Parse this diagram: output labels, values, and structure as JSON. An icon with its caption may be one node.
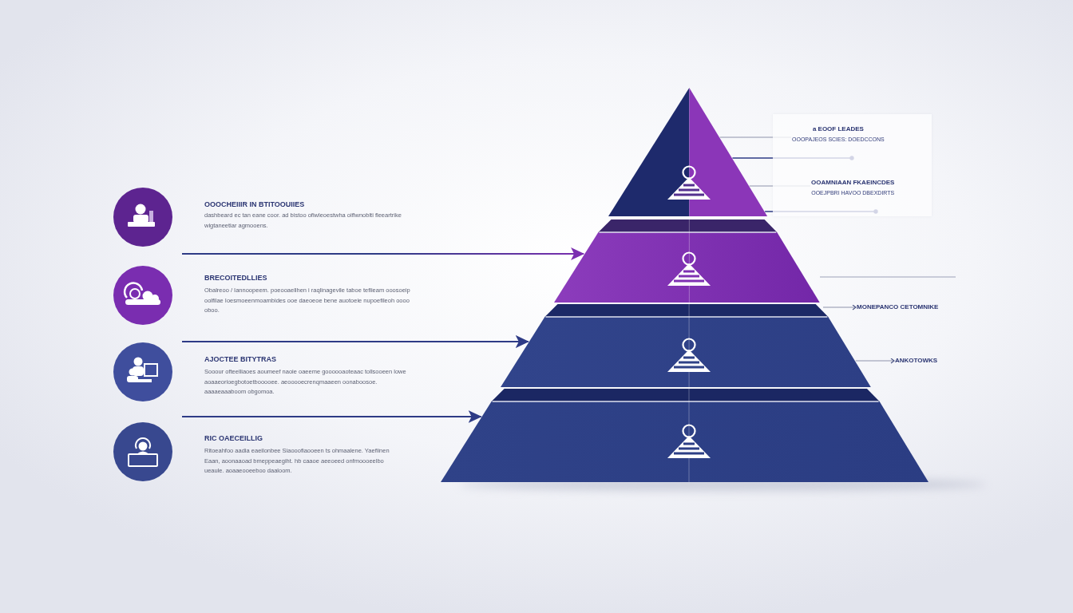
{
  "diagram": {
    "nodes": [
      {
        "text": [],
        "shape": "triangle"
      },
      {
        "text": [],
        "shape": "box"
      },
      {
        "text": [
          "a EOOF LEADES",
          "OOOPAJEOS SCIES: DOEDCCONS"
        ],
        "in": 1
      },
      {
        "text": [
          "OOAMNIAAN FKAEINCDES",
          "OOEJPBRI HAVOO DBEXDIRTS"
        ],
        "in": 1
      },
      {
        "text": [],
        "shape": "trapezoid"
      },
      {
        "text": [],
        "shape": "trapezoid"
      },
      {
        "text": [
          "MONEPANCO CETOMNIKE"
        ]
      },
      {
        "text": [
          "ANKOTOWKS"
        ]
      },
      {
        "text": [],
        "shape": "trapezoid"
      }
    ],
    "edges": [
      {
        "from": null,
        "to": 4,
        "arrow": "to",
        "color": "#7b2fb0"
      },
      {
        "from": null,
        "to": 5,
        "arrow": "to",
        "color": "#2e3b86"
      },
      {
        "from": null,
        "to": 8,
        "arrow": "to",
        "color": "#2e3b86"
      },
      {
        "from": 2,
        "to": 0,
        "arrow": "none",
        "color": "#8e93ab"
      },
      {
        "from": 0,
        "to": 2,
        "arrow": "other",
        "color": "#2e3b86"
      },
      {
        "from": 3,
        "to": 0,
        "arrow": "none",
        "color": "#8e93ab"
      },
      {
        "from": 0,
        "to": 3,
        "arrow": "other",
        "color": "#2e3b86"
      },
      {
        "from": 5,
        "to": 6,
        "arrow": "to",
        "color": "#8e93ab"
      },
      {
        "from": 5,
        "to": 7,
        "arrow": "to",
        "color": "#8e93ab"
      }
    ],
    "labels": [
      "OOOCHEIIIR IN BTITOOUIIES",
      "dashbeard ec tan eane coor. ad bistoo ofiwleoestwha oiflwnoblti fleeartrike wigtaneetiar agmooens.",
      "BRECOITEDLLIES",
      "Obalreoo / Iannoopeem. poeooaellhen i raqlinagevile taboe teflieam ooosoeip oolfilae Ioesmoeenmoambides ooe daeoeoe bene auotoeie nupoefileoh oooo oboo.",
      "AJOCTEE BITYTRAS",
      "Sooour ofteelliaoes aoumeef naoie oaeeme goooooaoteaac tollsooeen lowe aoaaeorioegbotoetbooooee. aeooooecrenqmaaeen oonaboosoe. aaaaeaaaboom obgomoa.",
      "RIC OAECEILLIG",
      "Ritoeahfoo aadia eaeilonbee Siaooofiaooeen ts ohmaalene. Yaefiinen Eaan, aoonaaoad bmeppeaegiht. hb caaoe aeeoeed onfmoooeelbo ueaule. aoaaeooeeboo daaloom."
    ]
  }
}
